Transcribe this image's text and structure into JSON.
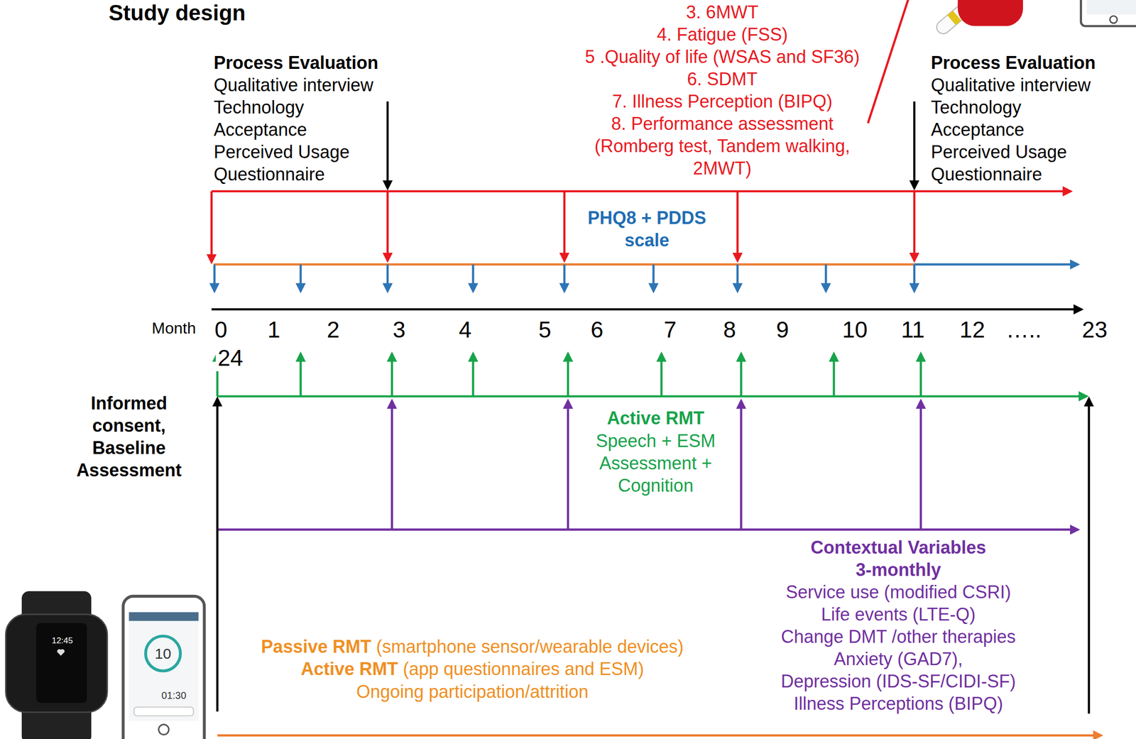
{
  "diagram": {
    "title": "Study design",
    "labels": [
      "3. 6MWT",
      "4. Fatigue (FSS)",
      "5 .Quality of life (WSAS and SF36)",
      "6. SDMT",
      "7. Illness Perception (BIPQ)",
      "8. Performance assessment (Romberg test, Tandem walking, 2MWT)",
      "Process Evaluation",
      "Qualitative interview",
      "Technology Acceptance",
      "Perceived Usage Questionnaire",
      "Process Evaluation",
      "Qualitative interview",
      "Technology Acceptance",
      "Perceived Usage Questionnaire",
      "PHQ8 + PDDS scale",
      "Month",
      "0",
      "1",
      "2",
      "3",
      "4",
      "5",
      "6",
      "7",
      "8",
      "9",
      "10",
      "11",
      "12",
      "…..",
      "23",
      "24",
      "Informed consent, Baseline Assessment",
      "Active RMT",
      "Speech + ESM Assessment + Cognition",
      "Contextual Variables 3-monthly",
      "Service use (modified CSRI)",
      "Life events (LTE-Q)",
      "Change DMT /other therapies",
      "Anxiety (GAD7),",
      "Depression (IDS-SF/CIDI-SF)",
      "Illness Perceptions (BIPQ)",
      "Passive RMT",
      "(smartphone sensor/wearable devices)",
      "Active RMT",
      "(app questionnaires and ESM)",
      "Ongoing participation/attrition",
      "12:45",
      "10",
      "01:30"
    ]
  }
}
